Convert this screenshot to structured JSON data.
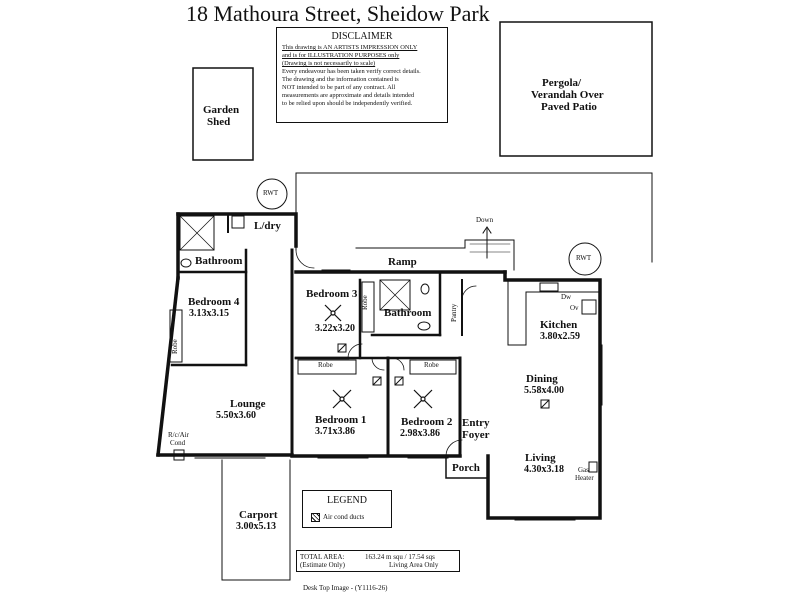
{
  "title": "18 Mathoura Street, Sheidow Park",
  "disclaimer": {
    "heading": "DISCLAIMER",
    "lines": [
      "This drawing is AN ARTISTS IMPRESSION ONLY",
      "and is for ILLUSTRATION PURPOSES only",
      "(Drawing is not necessarily to scale)",
      "Every endeavour has been taken verify correct details.",
      "The drawing and the information contained is",
      "NOT intended to be part of any contract.  All",
      "measurements are approximate and details intended",
      "to be relied upon should be independently verified."
    ]
  },
  "outbuildings": {
    "garden_shed": [
      "Garden",
      "Shed"
    ],
    "pergola": [
      "Pergola/",
      "Verandah Over",
      "Paved Patio"
    ]
  },
  "labels": {
    "rwt": "RWT",
    "down": "Down",
    "ramp": "Ramp",
    "laundry": "L/dry",
    "bathroom": "Bathroom",
    "robe": "Robe",
    "pantry": "Pantry",
    "dw": "Dw",
    "ov": "Ov",
    "entry": "Entry",
    "foyer": "Foyer",
    "porch": "Porch",
    "rc_air_cond": [
      "R/c/Air",
      "Cond"
    ],
    "gas_heater": [
      "Gas",
      "Heater"
    ]
  },
  "rooms": {
    "bedroom4": {
      "name": "Bedroom 4",
      "dims": "3.13x3.15"
    },
    "bedroom3": {
      "name": "Bedroom 3",
      "dims": "3.22x3.20"
    },
    "bedroom1": {
      "name": "Bedroom 1",
      "dims": "3.71x3.86"
    },
    "bedroom2": {
      "name": "Bedroom 2",
      "dims": "2.98x3.86"
    },
    "lounge": {
      "name": "Lounge",
      "dims": "5.50x3.60"
    },
    "kitchen": {
      "name": "Kitchen",
      "dims": "3.80x2.59"
    },
    "dining": {
      "name": "Dining",
      "dims": "5.58x4.00"
    },
    "living": {
      "name": "Living",
      "dims": "4.30x3.18"
    },
    "carport": {
      "name": "Carport",
      "dims": "3.00x5.13"
    }
  },
  "legend": {
    "title": "LEGEND",
    "item": "Air cond ducts"
  },
  "area": {
    "label_line1": "TOTAL AREA:",
    "label_line2": "(Estimate Only)",
    "value_line1": "163.24 m squ  /  17.54 sqs",
    "value_line2": "Living Area Only"
  },
  "footer": "Desk Top Image - (Y1116-26)"
}
